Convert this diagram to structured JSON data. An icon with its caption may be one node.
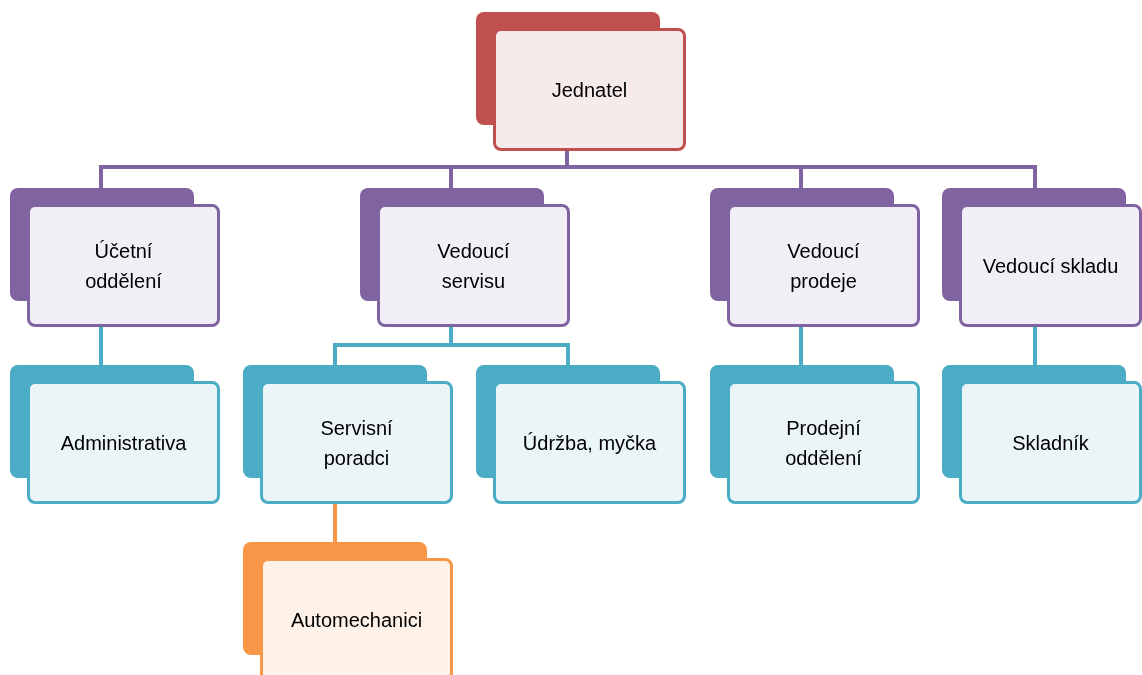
{
  "diagram": {
    "nodes": [
      {
        "text": [
          "Jednatel"
        ]
      },
      {
        "text": [
          "Účetní oddělení"
        ]
      },
      {
        "text": [
          "Vedoucí servisu"
        ]
      },
      {
        "text": [
          "Vedoucí prodeje"
        ]
      },
      {
        "text": [
          "Vedoucí skladu"
        ]
      },
      {
        "text": [
          "Administrativa"
        ]
      },
      {
        "text": [
          "Servisní poradci"
        ]
      },
      {
        "text": [
          "Údržba, myčka"
        ]
      },
      {
        "text": [
          "Prodejní oddělení"
        ]
      },
      {
        "text": [
          "Skladník"
        ]
      },
      {
        "text": [
          "Automechanici"
        ]
      }
    ],
    "edges": [
      {
        "from": 0,
        "to": 1,
        "arrow": "none",
        "color": "#8064a2"
      },
      {
        "from": 0,
        "to": 2,
        "arrow": "none",
        "color": "#8064a2"
      },
      {
        "from": 0,
        "to": 3,
        "arrow": "none",
        "color": "#8064a2"
      },
      {
        "from": 0,
        "to": 4,
        "arrow": "none",
        "color": "#8064a2"
      },
      {
        "from": 1,
        "to": 5,
        "arrow": "none"
      },
      {
        "from": 2,
        "to": 6,
        "arrow": "none"
      },
      {
        "from": 2,
        "to": 7,
        "arrow": "none"
      },
      {
        "from": 3,
        "to": 8,
        "arrow": "none"
      },
      {
        "from": 4,
        "to": 9,
        "arrow": "none"
      },
      {
        "from": 6,
        "to": 10,
        "arrow": "none",
        "color": "#f79646"
      }
    ]
  }
}
